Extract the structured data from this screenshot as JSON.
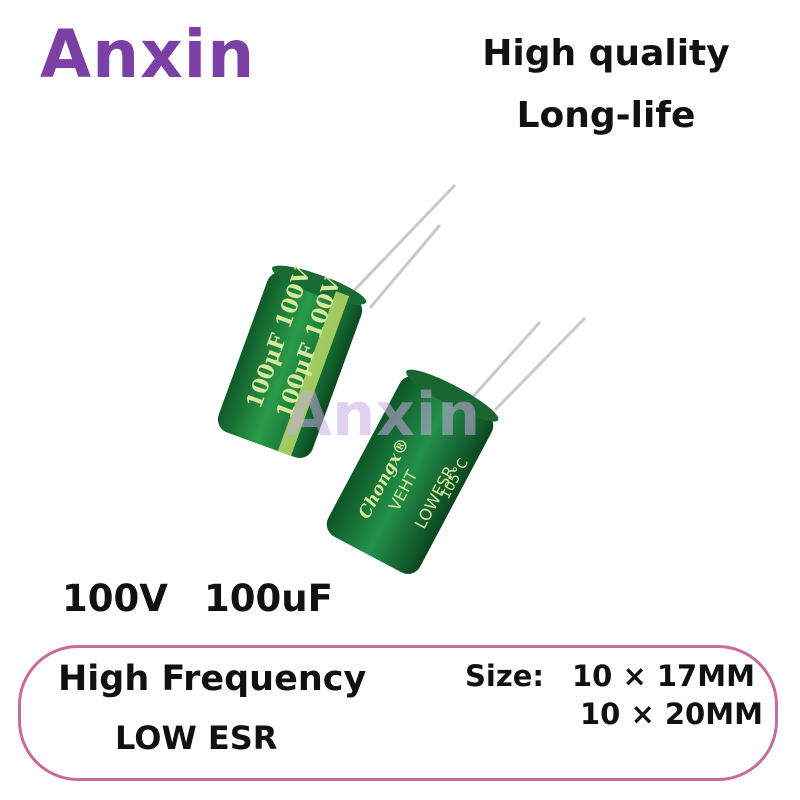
{
  "brand": {
    "name": "Anxin",
    "color": "#7b3fa6"
  },
  "watermark": "Anxin",
  "tagline": {
    "line1": "High quality",
    "line2": "Long-life"
  },
  "specs": {
    "voltage": "100V",
    "capacitance": "100uF"
  },
  "features": {
    "line1": "High Frequency",
    "line2": "LOW ESR"
  },
  "size": {
    "label": "Size:",
    "option1": "10 × 17MM",
    "option2": "10 × 20MM"
  },
  "capacitor_front": {
    "line1": "100μF 100V",
    "line2": "100μF 100V"
  },
  "capacitor_back": {
    "brand": "Chongx®",
    "series": "VEHT",
    "type": "LOWESR",
    "rating": "105°C"
  },
  "colors": {
    "frame": "#c86a9a",
    "capacitor_body": "#1f7a3a",
    "capacitor_text": "#d8e89a"
  }
}
